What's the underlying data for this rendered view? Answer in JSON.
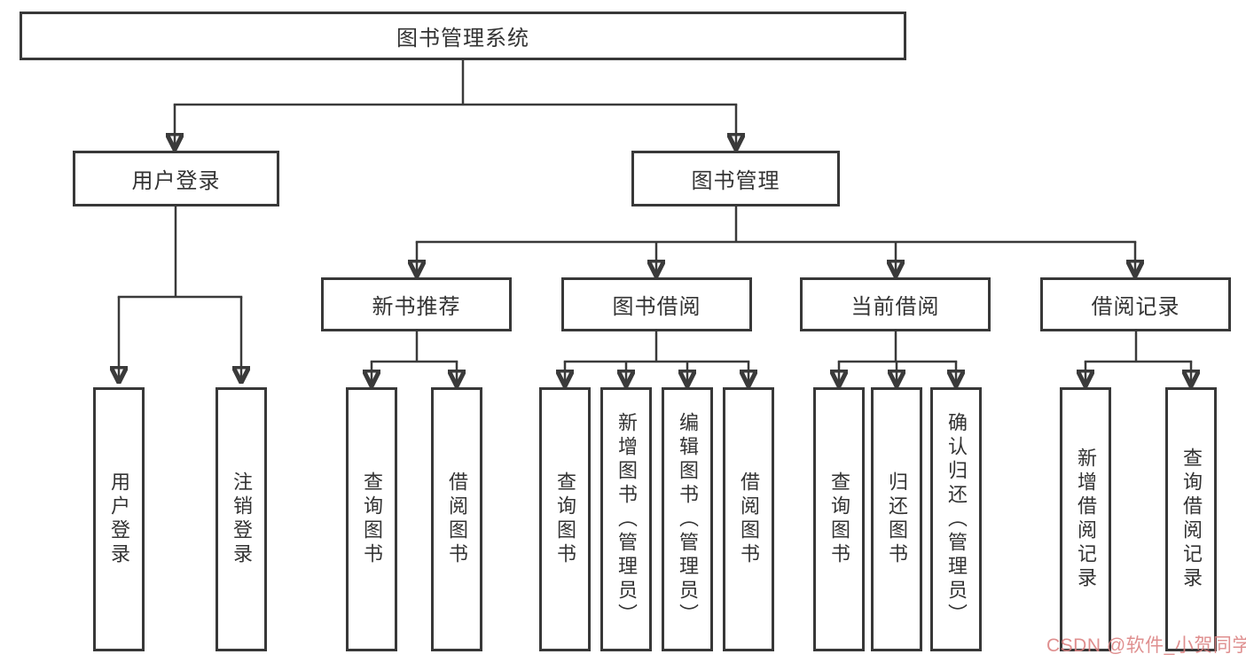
{
  "diagram": {
    "type": "hierarchy-tree",
    "nodes": {
      "root": "图书管理系统",
      "user_login": "用户登录",
      "book_mgmt": "图书管理",
      "new_book_rec": "新书推荐",
      "book_borrow": "图书借阅",
      "current_borrow": "当前借阅",
      "borrow_record": "借阅记录",
      "leaf_user_login": "用户登录",
      "leaf_logout": "注销登录",
      "leaf_query_book_a": "查询图书",
      "leaf_borrow_book_a": "借阅图书",
      "leaf_query_book_b": "查询图书",
      "leaf_add_book_admin": "新增图书（管理员）",
      "leaf_edit_book_admin": "编辑图书（管理员）",
      "leaf_borrow_book_b": "借阅图书",
      "leaf_query_book_c": "查询图书",
      "leaf_return_book": "归还图书",
      "leaf_confirm_return_admin": "确认归还（管理员）",
      "leaf_add_borrow_record": "新增借阅记录",
      "leaf_query_borrow_record": "查询借阅记录"
    },
    "hierarchy": {
      "图书管理系统": {
        "用户登录": [
          "用户登录",
          "注销登录"
        ],
        "图书管理": {
          "新书推荐": [
            "查询图书",
            "借阅图书"
          ],
          "图书借阅": [
            "查询图书",
            "新增图书（管理员）",
            "编辑图书（管理员）",
            "借阅图书"
          ],
          "当前借阅": [
            "查询图书",
            "归还图书",
            "确认归还（管理员）"
          ],
          "借阅记录": [
            "新增借阅记录",
            "查询借阅记录"
          ]
        }
      }
    },
    "colors": {
      "line": "#3a3a3a",
      "border": "#383838",
      "text": "#333333",
      "background": "#ffffff",
      "watermark": "#db8080"
    }
  },
  "watermark": {
    "text": "CSDN @软件_小贺同学"
  }
}
